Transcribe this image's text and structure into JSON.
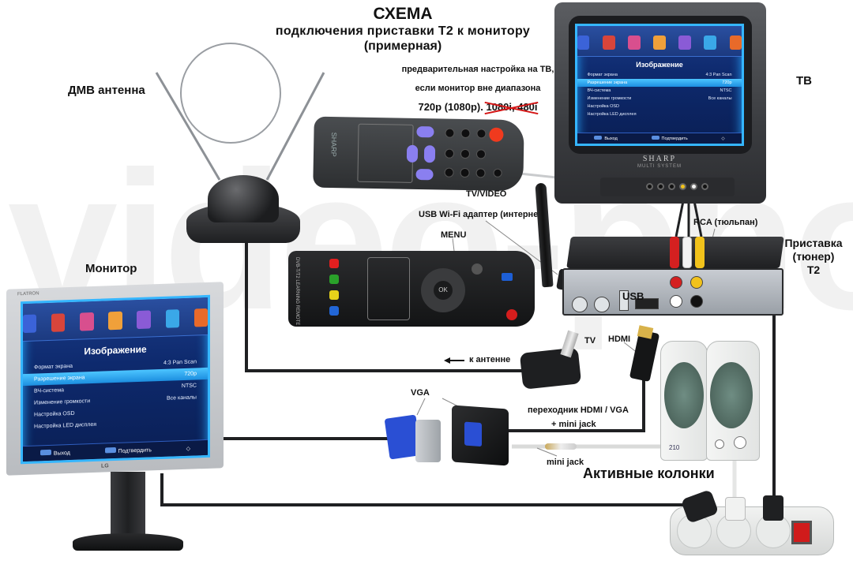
{
  "watermark": "video-photo.net",
  "title": {
    "line1": "СХЕМА",
    "line2": "подключения приставки Т2 к монитору",
    "line3": "(примерная)"
  },
  "note": {
    "line1": "предварительная настройка на ТВ,",
    "line2": "если монитор вне диапазона",
    "resolution_ok": "720р (1080р).",
    "resolution_crossed": "1080i, 480i"
  },
  "labels": {
    "antenna": "ДМВ антенна",
    "monitor": "Монитор",
    "tv": "ТВ",
    "tv_video": "TV/VIDEO",
    "usb_wifi": "USB Wi-Fi адаптер (интернет)",
    "menu": "MENU",
    "rca": "RCA (тюльпан)",
    "stb_line1": "Приставка",
    "stb_line2": "(тюнер)",
    "stb_line3": "Т2",
    "usb": "USB",
    "tv_port": "TV",
    "hdmi": "HDMI",
    "to_antenna": "к антенне",
    "vga": "VGA",
    "adapter_line1": "переходник HDMI / VGA",
    "adapter_line2": "+ mini jack",
    "mini_jack": "mini jack",
    "speakers": "Активные колонки"
  },
  "screen_menu": {
    "title": "Изображение",
    "rows": [
      {
        "label": "Формат экрана",
        "value": "4:3 Pan Scan",
        "selected": false
      },
      {
        "label": "Разрешение экрана",
        "value": "720p",
        "selected": true
      },
      {
        "label": "ВЧ-система",
        "value": "NTSC",
        "selected": false
      },
      {
        "label": "Изменение громкости",
        "value": "Все каналы",
        "selected": false
      },
      {
        "label": "Настройка OSD",
        "value": "",
        "selected": false
      },
      {
        "label": "Настройка LED дисплея",
        "value": "",
        "selected": false
      }
    ],
    "footer": {
      "exit": "Выход",
      "confirm": "Подтвердить",
      "nav_icon": "◇"
    },
    "icon_colors": [
      "#3b63d8",
      "#d8453b",
      "#d84f8e",
      "#f0a03a",
      "#8a5bd6",
      "#3aa8e8",
      "#e86a2a"
    ]
  },
  "devices": {
    "tv_brand": "SHARP",
    "tv_subbrand": "MULTI SYSTEM",
    "monitor_brand": "FLATRON",
    "monitor_logo": "LG",
    "remote1_brand": "SHARP",
    "remote2_label": "DVB-T/T2 LEARNING REMOTE",
    "speaker_model": "210"
  },
  "colors": {
    "rca_red": "#d42020",
    "rca_white": "#f2f2f2",
    "rca_yellow": "#f1c21b",
    "strike": "#d41515",
    "screen_glow": "#35b6ff",
    "switch_red": "#d01b1b"
  }
}
